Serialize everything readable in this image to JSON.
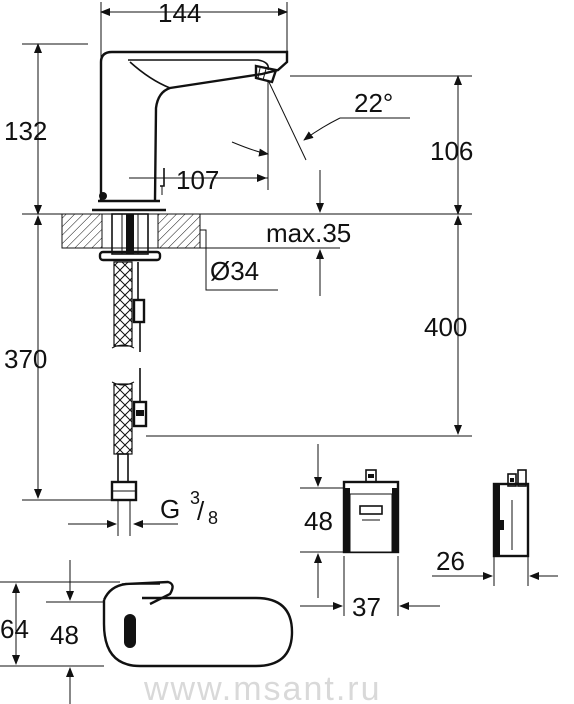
{
  "dimensions": {
    "spout_reach": "144",
    "total_height": "132",
    "outlet_angle": "22°",
    "outlet_height": "106",
    "outlet_offset": "107",
    "deck_thickness": "max.35",
    "hole_diameter": "Ø34",
    "hose_length": "400",
    "below_deck_length": "370",
    "thread_main": "G",
    "thread_num": "3",
    "thread_den": "8",
    "box_height": "48",
    "box_width": "37",
    "box_depth": "26",
    "plan_depth": "64",
    "plan_width": "48"
  },
  "watermark": "www.msant.ru"
}
